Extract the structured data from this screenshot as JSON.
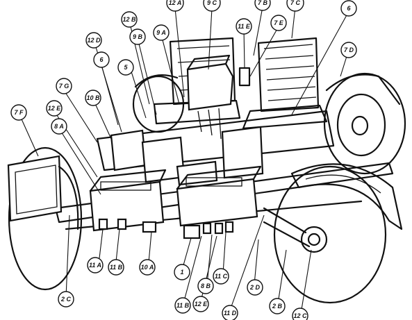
{
  "callouts": [
    {
      "id": "12A",
      "label": "12 A"
    },
    {
      "id": "9C",
      "label": "9 C"
    },
    {
      "id": "7B",
      "label": "7 B"
    },
    {
      "id": "7C",
      "label": "7 C"
    },
    {
      "id": "6top",
      "label": "6"
    },
    {
      "id": "12B",
      "label": "12 B"
    },
    {
      "id": "11E",
      "label": "11 E"
    },
    {
      "id": "7E",
      "label": "7 E"
    },
    {
      "id": "12D",
      "label": "12 D"
    },
    {
      "id": "9B",
      "label": "9 B"
    },
    {
      "id": "9A",
      "label": "9 A"
    },
    {
      "id": "7D",
      "label": "7 D"
    },
    {
      "id": "6left",
      "label": "6"
    },
    {
      "id": "5",
      "label": "5"
    },
    {
      "id": "7G",
      "label": "7 G"
    },
    {
      "id": "10B",
      "label": "10 B"
    },
    {
      "id": "12E",
      "label": "12 E"
    },
    {
      "id": "8A",
      "label": "8 A"
    },
    {
      "id": "7F",
      "label": "7 F"
    },
    {
      "id": "11A",
      "label": "11 A"
    },
    {
      "id": "11B",
      "label": "11 B"
    },
    {
      "id": "10A",
      "label": "10 A"
    },
    {
      "id": "1",
      "label": "1"
    },
    {
      "id": "11C",
      "label": "11 C"
    },
    {
      "id": "8B",
      "label": "8 B"
    },
    {
      "id": "2D",
      "label": "2 D"
    },
    {
      "id": "2C",
      "label": "2 C"
    },
    {
      "id": "11Bb",
      "label": "11 B"
    },
    {
      "id": "12Eb",
      "label": "12 E"
    },
    {
      "id": "11D",
      "label": "11 D"
    },
    {
      "id": "2B",
      "label": "2 B"
    },
    {
      "id": "12C",
      "label": "12 C"
    }
  ]
}
